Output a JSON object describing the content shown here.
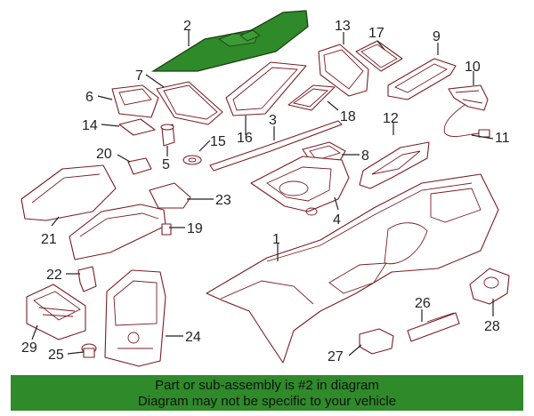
{
  "callouts": {
    "c1": "1",
    "c2": "2",
    "c3": "3",
    "c4": "4",
    "c5": "5",
    "c6": "6",
    "c7": "7",
    "c8": "8",
    "c9": "9",
    "c10": "10",
    "c11": "11",
    "c12": "12",
    "c13": "13",
    "c14": "14",
    "c15": "15",
    "c16": "16",
    "c17": "17",
    "c18": "18",
    "c19": "19",
    "c20": "20",
    "c21": "21",
    "c22": "22",
    "c23": "23",
    "c24": "24",
    "c25": "25",
    "c26": "26",
    "c27": "27",
    "c28": "28",
    "c29": "29"
  },
  "banner": {
    "line1": "Part or sub-assembly is #2 in diagram",
    "line2": "Diagram may not be specific to your vehicle"
  },
  "colors": {
    "highlight": "#2f8a2a",
    "part_outline": "#7a1e22",
    "banner": "#2f8a2a"
  }
}
